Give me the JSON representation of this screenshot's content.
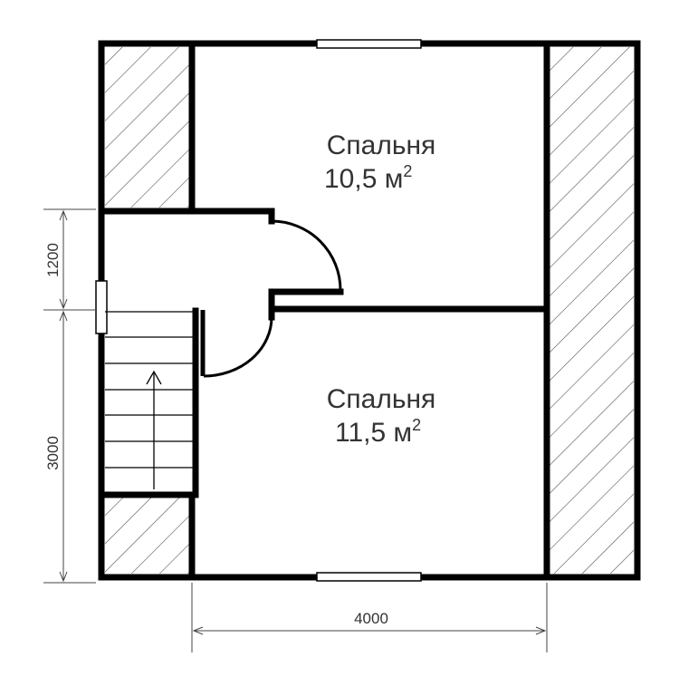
{
  "rooms": [
    {
      "name": "Спальня",
      "area": "10,5 м",
      "unit_power": "2"
    },
    {
      "name": "Спальня",
      "area": "11,5 м",
      "unit_power": "2"
    }
  ],
  "dimensions": {
    "vertical_upper": "1200",
    "vertical_lower": "3000",
    "horizontal": "4000"
  },
  "colors": {
    "wall": "#000000",
    "hatch": "#555555",
    "dimension_line": "#444444",
    "text": "#333333"
  },
  "icons": {
    "stair_direction": "up-arrow-icon"
  }
}
